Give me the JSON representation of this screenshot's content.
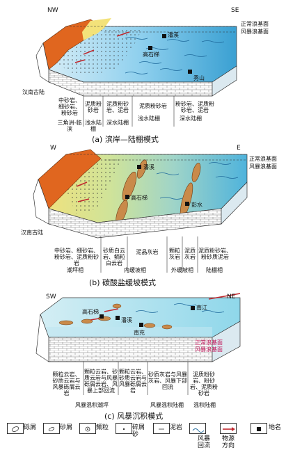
{
  "panel_a": {
    "dir_left": "NW",
    "dir_right": "SE",
    "level_normal": "正常浪基面",
    "level_storm": "风暴浪基面",
    "loc_panxi": "潘溪",
    "loc_gaoshiti": "高石梯",
    "loc_xiushan": "秀山",
    "oldland": "汉南古陆",
    "col1": "中砂岩、细砂岩、粉砂岩",
    "col2": "泥质粉砂岩",
    "col3": "泥质粉砂岩、泥岩",
    "col4": "泥质粉砂岩",
    "col5": "粉砂岩、泥质粉砂岩、泥岩",
    "facies1": "三角洲-临滨",
    "facies2": "浅水陆棚",
    "facies3": "深水陆棚",
    "facies_shallow": "浅水陆棚",
    "facies_deep": "深水陆棚",
    "caption": "(a) 滨岸—陆棚模式"
  },
  "panel_b": {
    "dir_left": "W",
    "dir_right": "E",
    "level_normal": "正常浪基面",
    "level_storm": "风暴浪基面",
    "loc_panxi": "潘溪",
    "loc_gaoshiti": "高石梯",
    "loc_pengshui": "彭水",
    "oldland": "汉南古陆",
    "col1": "中砂岩、细砂岩、粉砂岩、泥质粉砂岩",
    "col2": "砂质白云岩、鲕粒白云岩",
    "col3": "泥晶灰岩",
    "col4": "颗粒灰岩",
    "col5": "泥质灰岩",
    "col6": "泥质粉砂岩、粉砂质泥岩",
    "facies1": "潮坪相",
    "facies2": "内缓坡相",
    "facies3": "外缓坡相",
    "facies4": "陆棚相",
    "caption": "(b) 碳酸盐缓坡模式"
  },
  "panel_c": {
    "dir_left": "SW",
    "dir_right": "NE",
    "loc_gaoshiti": "高石梯",
    "loc_panxi": "潘溪",
    "loc_nanchong": "南充",
    "loc_nanjiang": "南江",
    "level_normal": "正常浪基面",
    "level_storm": "风暴浪基面",
    "col1": "颗粒云岩、砂质云岩与风暴砾屑云岩",
    "col2": "颗粒云岩、砂质云岩与风暴砾屑云岩、风暴上部回流",
    "col3": "颗粒云岩、砂质云岩与风暴砾屑云岩",
    "col4": "砂质灰岩与风暴灰岩、风暴下部回流",
    "col5": "泥质粉砂岩、粉砂岩、泥质粉砂岩",
    "facies1": "风暴混积潮坪",
    "facies2": "风暴混积陆棚",
    "facies3": "混积陆棚",
    "caption": "(c) 风暴沉积模式"
  },
  "legend": {
    "items": [
      "砾屑",
      "砂屑",
      "鲕粒",
      "碎屑砂",
      "泥岩",
      "风暴回流",
      "物源方向",
      "地名"
    ],
    "icons": [
      "gravel-icon",
      "sand-icon",
      "ooid-icon",
      "clastic-sand-icon",
      "mudstone-icon",
      "storm-reflux-icon",
      "provenance-arrow-icon",
      "place-name-icon"
    ]
  },
  "colors": {
    "sea": "#7fcbe8",
    "sea_deep": "#3aa0d2",
    "land": "#e0661f",
    "sand": "#f3e27a",
    "ramp_green": "#b7d99a",
    "arrow_red": "#c0272d"
  }
}
